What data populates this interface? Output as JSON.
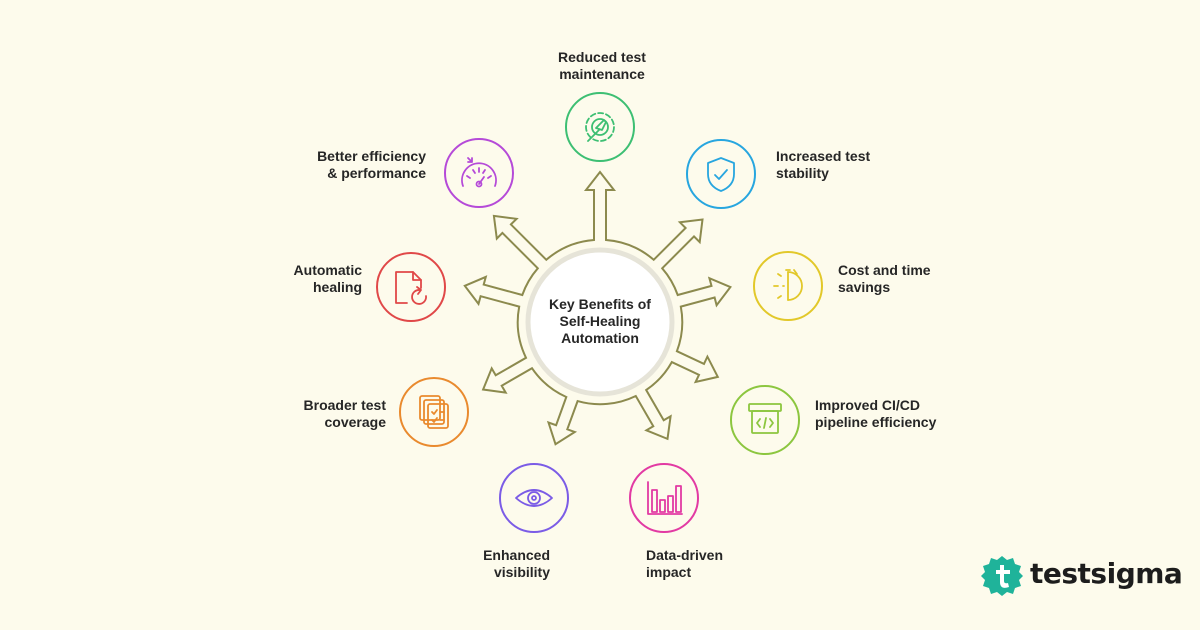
{
  "diagram": {
    "center_title": "Key Benefits of\nSelf-Healing\nAutomation",
    "benefits": [
      {
        "id": "reduced",
        "label": "Reduced test\nmaintenance",
        "icon": "wrench-gear-icon",
        "color": "#3dbf73",
        "fill": "#e8f6ea"
      },
      {
        "id": "stability",
        "label": "Increased test\nstability",
        "icon": "shield-check-icon",
        "color": "#27a6df",
        "fill": "#e4f3f7"
      },
      {
        "id": "cost",
        "label": "Cost and time\nsavings",
        "icon": "timer-icon",
        "color": "#e2c82a",
        "fill": "#fbf6d7"
      },
      {
        "id": "cicd",
        "label": "Improved CI/CD\npipeline efficiency",
        "icon": "code-box-icon",
        "color": "#8cc63f",
        "fill": "#eff7df"
      },
      {
        "id": "data",
        "label": "Data-driven\nimpact",
        "icon": "bar-chart-icon",
        "color": "#e23aa3",
        "fill": "#f9e5ef"
      },
      {
        "id": "visibility",
        "label": "Enhanced\nvisibility",
        "icon": "eye-icon",
        "color": "#7b5ce6",
        "fill": "#ece8f5"
      },
      {
        "id": "coverage",
        "label": "Broader test\ncoverage",
        "icon": "checklist-icon",
        "color": "#e98a2e",
        "fill": "#faeedd"
      },
      {
        "id": "healing",
        "label": "Automatic\nhealing",
        "icon": "file-refresh-icon",
        "color": "#e04848",
        "fill": "#f9e3dd"
      },
      {
        "id": "efficiency",
        "label": "Better efficiency\n& performance",
        "icon": "gauge-icon",
        "color": "#b54ad8",
        "fill": "#f1e4f2"
      }
    ],
    "arrow_color": "#8c8a4e",
    "hub_border": "#e6e4d8"
  },
  "brand": {
    "name": "testsigma",
    "color": "#1fb39a"
  }
}
